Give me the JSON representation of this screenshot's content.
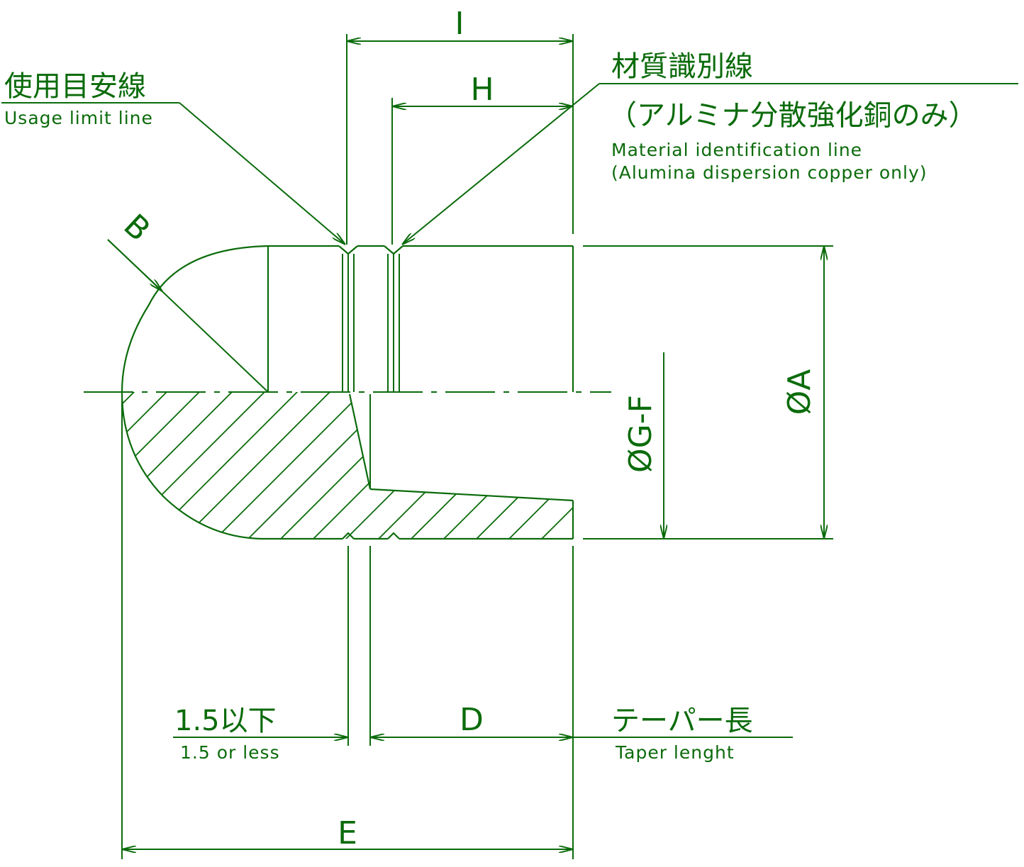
{
  "labels": {
    "dim_i": "I",
    "dim_h": "H",
    "dim_b": "B",
    "dim_a": "ØA",
    "dim_gf": "ØG-F",
    "dim_d": "D",
    "dim_e": "E",
    "usage_jp": "使用目安線",
    "usage_en": "Usage limit line",
    "material_jp": "材質識別線",
    "material_jp_sub": "（アルミナ分散強化銅のみ）",
    "material_en": "Material identification line",
    "material_en_sub": "(Alumina dispersion copper only)",
    "limit_jp": "1.5以下",
    "limit_en": "1.5 or less",
    "taper_jp": "テーパー長",
    "taper_en": "Taper lenght"
  },
  "colors": {
    "line": "#0b6b0b",
    "background": "#ffffff"
  }
}
